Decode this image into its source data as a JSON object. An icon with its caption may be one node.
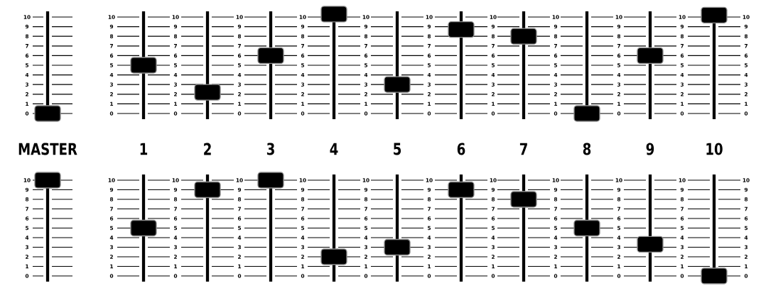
{
  "diagram": {
    "labels": [
      "10",
      "9",
      "8",
      "7",
      "6",
      "5",
      "4",
      "3",
      "2",
      "1",
      "0",
      "10",
      "9",
      "8",
      "7",
      "6",
      "5",
      "4",
      "3",
      "2",
      "1",
      "0",
      "10",
      "9",
      "8",
      "7",
      "6",
      "5",
      "4",
      "3",
      "2",
      "1",
      "0",
      "10",
      "9",
      "8",
      "7",
      "6",
      "5",
      "4",
      "3",
      "2",
      "1",
      "0",
      "10",
      "9",
      "8",
      "7",
      "6",
      "5",
      "4",
      "3",
      "2",
      "1",
      "0",
      "10",
      "9",
      "8",
      "7",
      "6",
      "5",
      "4",
      "3",
      "2",
      "1",
      "0",
      "10",
      "9",
      "8",
      "7",
      "6",
      "5",
      "4",
      "3",
      "2",
      "1",
      "0",
      "10",
      "9",
      "8",
      "7",
      "6",
      "5",
      "4",
      "3",
      "2",
      "1",
      "0",
      "10",
      "9",
      "8",
      "7",
      "6",
      "5",
      "4",
      "3",
      "2",
      "1",
      "0",
      "10",
      "9",
      "8",
      "7",
      "6",
      "5",
      "4",
      "3",
      "2",
      "1",
      "0",
      "10",
      "9",
      "8",
      "7",
      "6",
      "5",
      "4",
      "3",
      "2",
      "1",
      "0",
      "10",
      "9",
      "8",
      "7",
      "6",
      "5",
      "4",
      "3",
      "2",
      "1",
      "0",
      "MASTER",
      "1",
      "2",
      "3",
      "4",
      "5",
      "6",
      "7",
      "8",
      "9",
      "10",
      "10",
      "9",
      "8",
      "7",
      "6",
      "5",
      "4",
      "3",
      "2",
      "1",
      "0",
      "10",
      "9",
      "8",
      "7",
      "6",
      "5",
      "4",
      "3",
      "2",
      "1",
      "0",
      "10",
      "9",
      "8",
      "7",
      "6",
      "5",
      "4",
      "3",
      "2",
      "1",
      "0",
      "10",
      "9",
      "8",
      "7",
      "6",
      "5",
      "4",
      "3",
      "2",
      "1",
      "0",
      "10",
      "9",
      "8",
      "7",
      "6",
      "5",
      "4",
      "3",
      "2",
      "1",
      "0",
      "10",
      "9",
      "8",
      "7",
      "6",
      "5",
      "4",
      "3",
      "2",
      "1",
      "0",
      "10",
      "9",
      "8",
      "7",
      "6",
      "5",
      "4",
      "3",
      "2",
      "1",
      "0",
      "10",
      "9",
      "8",
      "7",
      "6",
      "5",
      "4",
      "3",
      "2",
      "1",
      "0",
      "10",
      "9",
      "8",
      "7",
      "6",
      "5",
      "4",
      "3",
      "2",
      "1",
      "0",
      "10",
      "9",
      "8",
      "7",
      "6",
      "5",
      "4",
      "3",
      "2",
      "1",
      "0",
      "10",
      "9",
      "8",
      "7",
      "6",
      "5",
      "4",
      "3",
      "2",
      "1",
      "0",
      "10",
      "9",
      "8",
      "7",
      "6",
      "5",
      "4",
      "3",
      "2",
      "1",
      "0"
    ]
  }
}
